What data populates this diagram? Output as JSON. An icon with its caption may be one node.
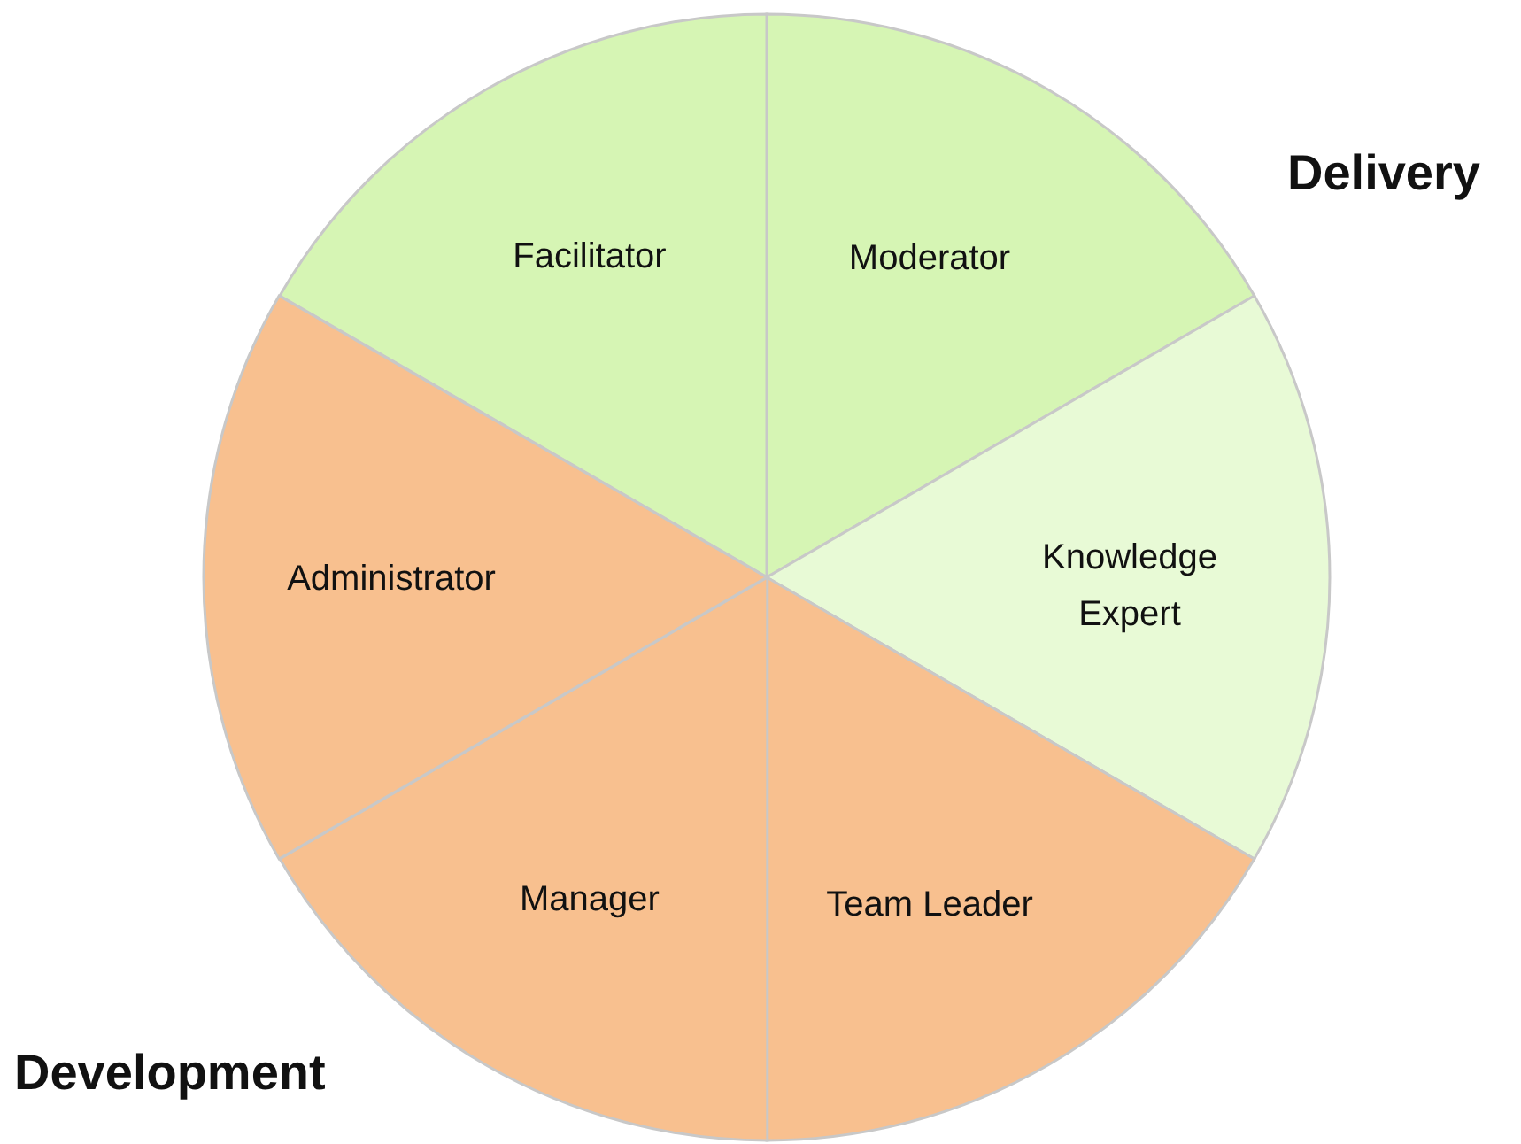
{
  "diagram": {
    "nodes": [
      {
        "text": [
          "Facilitator"
        ]
      },
      {
        "text": [
          "Moderator"
        ]
      },
      {
        "text": [
          "Knowledge Expert"
        ]
      },
      {
        "text": [
          "Team Leader"
        ]
      },
      {
        "text": [
          "Manager"
        ]
      },
      {
        "text": [
          "Administrator"
        ]
      }
    ],
    "labels": [
      "Delivery",
      "Development"
    ]
  }
}
